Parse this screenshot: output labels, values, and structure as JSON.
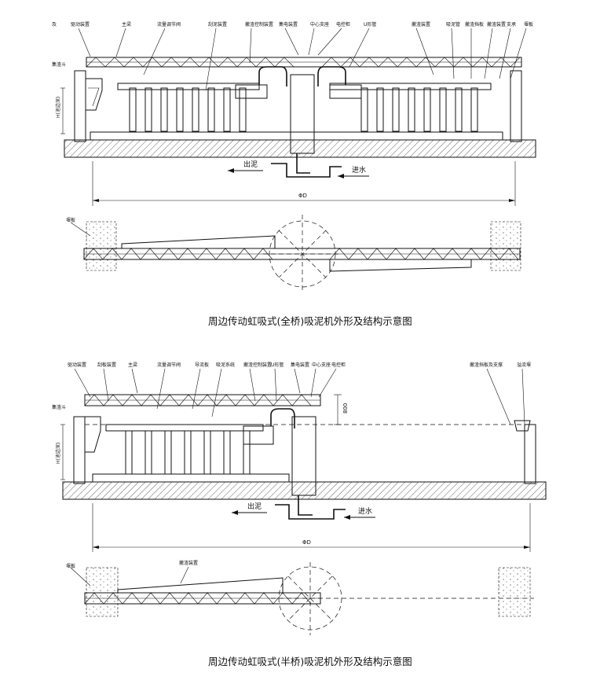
{
  "diagram1": {
    "corner_mark": "及",
    "labels": [
      "驱动装置",
      "主梁",
      "流量调节阀",
      "刮泥装置",
      "撇渣控制装置",
      "集电装置",
      "中心支座",
      "电控柜",
      "U形管",
      "撇渣装置",
      "吸泥管",
      "撇渣挡板",
      "撇渣装置",
      "支承",
      "堰板"
    ],
    "left_label_trough": "集渣斗",
    "left_label_vertical": "H(池边深)",
    "out_sludge": "出泥",
    "in_water": "进水",
    "diameter": "ΦD",
    "plan_label": "堰板",
    "caption": "周边传动虹吸式(全桥)吸泥机外形及结构示意图"
  },
  "diagram2": {
    "labels": [
      "驱动装置",
      "刮板装置",
      "主梁",
      "流量调节阀",
      "导流板",
      "吸泥系统",
      "撇渣控制装置",
      "U形管",
      "集电装置",
      "中心支座",
      "电控柜",
      "撇渣挡板及支撑",
      "溢流堰"
    ],
    "left_label_trough": "集渣斗",
    "left_label_vertical": "H(池边深)",
    "dim_800": "800",
    "out_sludge": "出泥",
    "in_water": "进水",
    "diameter": "ΦD",
    "plan_label_left": "堰板",
    "plan_label_top": "撇渣装置",
    "caption": "周边传动虹吸式(半桥)吸泥机外形及结构示意图"
  }
}
